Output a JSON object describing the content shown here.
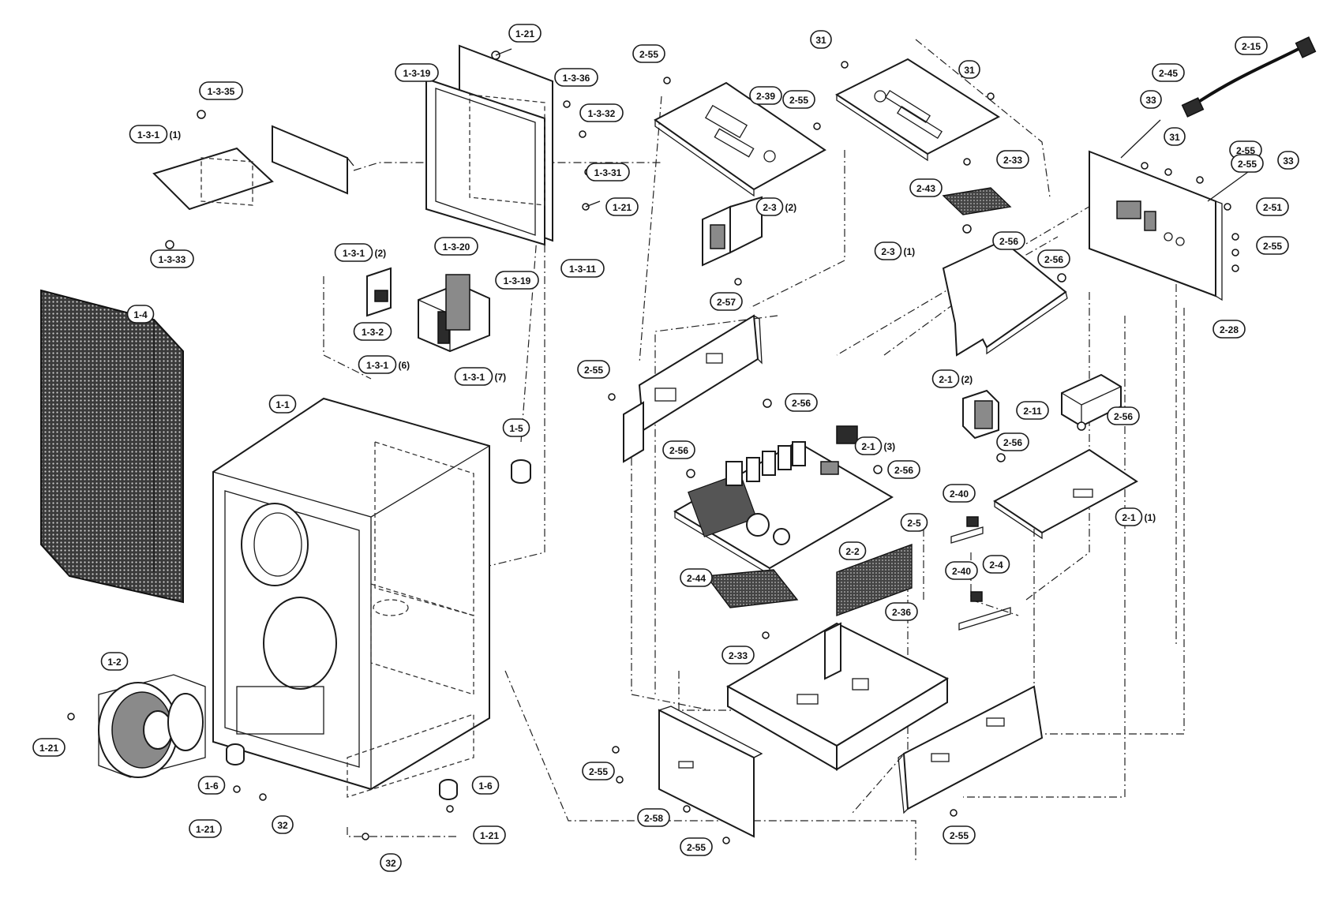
{
  "callouts": [
    {
      "id": "c1",
      "label": "1-21",
      "suffix": ""
    },
    {
      "id": "c2",
      "label": "1-3-19",
      "suffix": ""
    },
    {
      "id": "c3",
      "label": "1-3-36",
      "suffix": ""
    },
    {
      "id": "c4",
      "label": "1-3-32",
      "suffix": ""
    },
    {
      "id": "c5",
      "label": "1-3-31",
      "suffix": ""
    },
    {
      "id": "c6",
      "label": "1-21",
      "suffix": ""
    },
    {
      "id": "c7",
      "label": "1-3-11",
      "suffix": ""
    },
    {
      "id": "c8",
      "label": "1-3-19",
      "suffix": ""
    },
    {
      "id": "c9",
      "label": "1-3-35",
      "suffix": ""
    },
    {
      "id": "c10",
      "label": "1-3-1",
      "suffix": "(1)"
    },
    {
      "id": "c11",
      "label": "1-3-33",
      "suffix": ""
    },
    {
      "id": "c12",
      "label": "1-3-1",
      "suffix": "(2)"
    },
    {
      "id": "c13",
      "label": "1-3-20",
      "suffix": ""
    },
    {
      "id": "c14",
      "label": "1-3-2",
      "suffix": ""
    },
    {
      "id": "c15",
      "label": "1-3-1",
      "suffix": "(6)"
    },
    {
      "id": "c16",
      "label": "1-3-1",
      "suffix": "(7)"
    },
    {
      "id": "c17",
      "label": "1-4",
      "suffix": ""
    },
    {
      "id": "c18",
      "label": "1-1",
      "suffix": ""
    },
    {
      "id": "c19",
      "label": "1-5",
      "suffix": ""
    },
    {
      "id": "c20",
      "label": "1-2",
      "suffix": ""
    },
    {
      "id": "c21",
      "label": "1-21",
      "suffix": ""
    },
    {
      "id": "c22",
      "label": "1-6",
      "suffix": ""
    },
    {
      "id": "c23",
      "label": "1-21",
      "suffix": ""
    },
    {
      "id": "c24",
      "label": "32",
      "suffix": ""
    },
    {
      "id": "c25",
      "label": "32",
      "suffix": ""
    },
    {
      "id": "c26",
      "label": "1-6",
      "suffix": ""
    },
    {
      "id": "c27",
      "label": "1-21",
      "suffix": ""
    },
    {
      "id": "c28",
      "label": "2-55",
      "suffix": ""
    },
    {
      "id": "c29",
      "label": "2-39",
      "suffix": ""
    },
    {
      "id": "c30",
      "label": "2-55",
      "suffix": ""
    },
    {
      "id": "c31",
      "label": "2-3",
      "suffix": "(2)"
    },
    {
      "id": "c32",
      "label": "2-57",
      "suffix": ""
    },
    {
      "id": "c33",
      "label": "31",
      "suffix": ""
    },
    {
      "id": "c34",
      "label": "31",
      "suffix": ""
    },
    {
      "id": "c35",
      "label": "2-33",
      "suffix": ""
    },
    {
      "id": "c36",
      "label": "2-43",
      "suffix": ""
    },
    {
      "id": "c37",
      "label": "2-56",
      "suffix": ""
    },
    {
      "id": "c38",
      "label": "2-3",
      "suffix": "(1)"
    },
    {
      "id": "c39",
      "label": "2-56",
      "suffix": ""
    },
    {
      "id": "c40",
      "label": "2-45",
      "suffix": ""
    },
    {
      "id": "c41",
      "label": "2-15",
      "suffix": ""
    },
    {
      "id": "c42",
      "label": "33",
      "suffix": ""
    },
    {
      "id": "c43",
      "label": "31",
      "suffix": ""
    },
    {
      "id": "c44",
      "label": "2-55",
      "suffix": ""
    },
    {
      "id": "c45",
      "label": "2-55",
      "suffix": ""
    },
    {
      "id": "c46",
      "label": "33",
      "suffix": ""
    },
    {
      "id": "c47",
      "label": "2-51",
      "suffix": ""
    },
    {
      "id": "c48",
      "label": "2-55",
      "suffix": ""
    },
    {
      "id": "c49",
      "label": "2-28",
      "suffix": ""
    },
    {
      "id": "c50",
      "label": "2-55",
      "suffix": ""
    },
    {
      "id": "c51",
      "label": "2-56",
      "suffix": ""
    },
    {
      "id": "c52",
      "label": "2-1",
      "suffix": "(3)"
    },
    {
      "id": "c53",
      "label": "2-56",
      "suffix": ""
    },
    {
      "id": "c54",
      "label": "2-56",
      "suffix": ""
    },
    {
      "id": "c55",
      "label": "2-2",
      "suffix": ""
    },
    {
      "id": "c56",
      "label": "2-44",
      "suffix": ""
    },
    {
      "id": "c57",
      "label": "2-33",
      "suffix": ""
    },
    {
      "id": "c58",
      "label": "2-36",
      "suffix": ""
    },
    {
      "id": "c59",
      "label": "2-1",
      "suffix": "(2)"
    },
    {
      "id": "c60",
      "label": "2-11",
      "suffix": ""
    },
    {
      "id": "c61",
      "label": "2-56",
      "suffix": ""
    },
    {
      "id": "c62",
      "label": "2-56",
      "suffix": ""
    },
    {
      "id": "c63",
      "label": "2-1",
      "suffix": "(1)"
    },
    {
      "id": "c64",
      "label": "2-40",
      "suffix": ""
    },
    {
      "id": "c65",
      "label": "2-5",
      "suffix": ""
    },
    {
      "id": "c66",
      "label": "2-40",
      "suffix": ""
    },
    {
      "id": "c67",
      "label": "2-4",
      "suffix": ""
    },
    {
      "id": "c68",
      "label": "2-55",
      "suffix": ""
    },
    {
      "id": "c69",
      "label": "2-58",
      "suffix": ""
    },
    {
      "id": "c70",
      "label": "2-55",
      "suffix": ""
    },
    {
      "id": "c71",
      "label": "2-55",
      "suffix": ""
    }
  ]
}
